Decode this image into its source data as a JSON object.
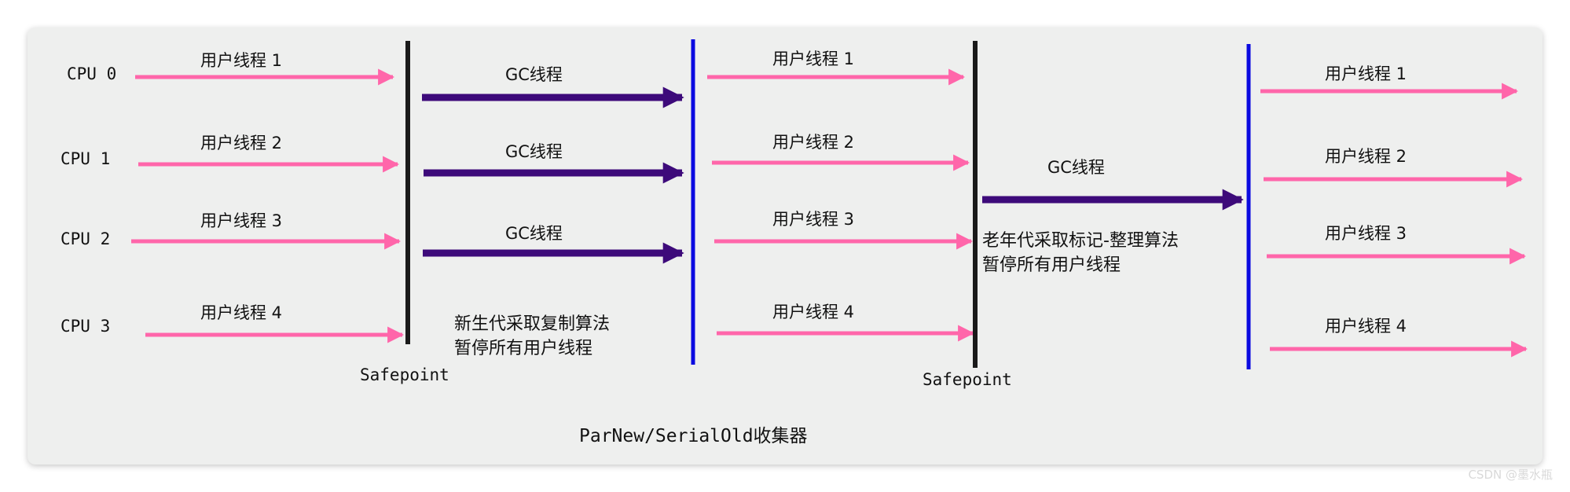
{
  "cpu_labels": [
    "CPU 0",
    "CPU 1",
    "CPU 2",
    "CPU 3"
  ],
  "user_threads": [
    "用户线程 1",
    "用户线程 2",
    "用户线程 3",
    "用户线程 4"
  ],
  "gc_thread_label": "GC线程",
  "safepoint_label": "Safepoint",
  "young_gen_note": [
    "新生代采取复制算法",
    "暂停所有用户线程"
  ],
  "old_gen_note": [
    "老年代采取标记-整理算法",
    "暂停所有用户线程"
  ],
  "title": "ParNew/SerialOld收集器",
  "watermark": "CSDN @墨水瓶",
  "colors": {
    "user_arrow": "#ff66aa",
    "gc_arrow": "#3d0a7a",
    "safepoint_line": "#1a1a1a",
    "boundary_line": "#0a0ae0",
    "text": "#111111"
  }
}
